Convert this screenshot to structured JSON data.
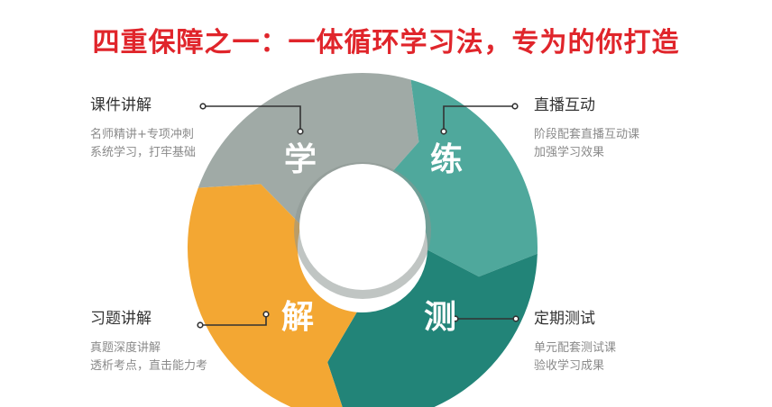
{
  "title": "四重保障之一：一体循环学习法，专为的你打造",
  "colors": {
    "title": "#e0252b",
    "learn": "#a0aaa6",
    "practice": "#4fa89c",
    "test": "#228478",
    "explain": "#f3a733"
  },
  "segments": {
    "learn": "学",
    "practice": "练",
    "test": "测",
    "explain": "解"
  },
  "labels": {
    "courseware": {
      "head": "课件讲解",
      "line1": "名师精讲+专项冲刺",
      "line2": "系统学习，打牢基础"
    },
    "live": {
      "head": "直播互动",
      "line1": "阶段配套直播互动课",
      "line2": "加强学习效果"
    },
    "exercise": {
      "head": "习题讲解",
      "line1": "真题深度讲解",
      "line2": "透析考点，直击能力考"
    },
    "quiz": {
      "head": "定期测试",
      "line1": "单元配套测试课",
      "line2": "验收学习成果"
    }
  }
}
